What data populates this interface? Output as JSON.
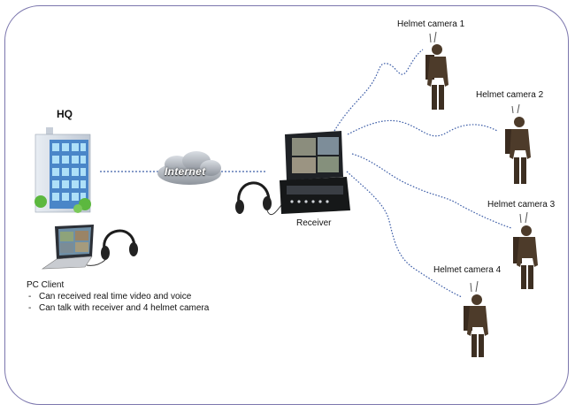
{
  "diagram": {
    "hq_label": "HQ",
    "internet_label": "Internet",
    "receiver_label": "Receiver",
    "cameras": [
      {
        "label": "Helmet camera 1"
      },
      {
        "label": "Helmet camera 2"
      },
      {
        "label": "Helmet camera 3"
      },
      {
        "label": "Helmet camera 4"
      }
    ],
    "pc_client": {
      "title": "PC Client",
      "features": [
        "Can received real time video and voice",
        "Can talk with receiver and 4  helmet camera"
      ]
    },
    "icons": [
      "building-icon",
      "cloud-icon",
      "laptop-icon",
      "headset-icon",
      "receiver-case-icon",
      "soldier-icon"
    ],
    "colors": {
      "frame": "#7b76ad",
      "link_dots": "#3f5fa8",
      "building": "#4a86c8",
      "soldier": "#4d3b2a"
    }
  }
}
